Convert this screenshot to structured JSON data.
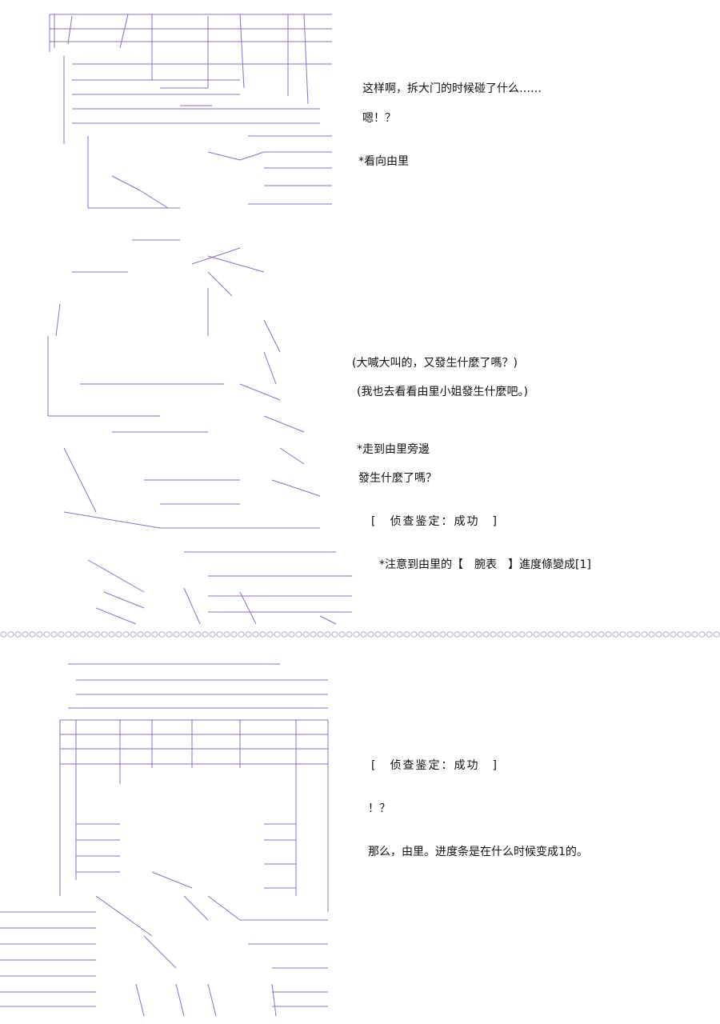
{
  "colors": {
    "background": "#ffffff",
    "art_stroke": "#7a56b8",
    "text": "#111111",
    "divider": "#b8a8d8"
  },
  "panel1": {
    "dialogue": [
      "这样啊，拆大门的时候碰了什么……",
      "嗯！？",
      "*看向由里"
    ]
  },
  "panel2": {
    "dialogue": [
      "(大喊大叫的，又發生什麼了嗎？)",
      "(我也去看看由里小姐發生什麼吧。)",
      "*走到由里旁邊",
      "發生什麼了嗎？",
      "[　侦查鉴定：成功　]",
      "*注意到由里的【　腕表　】進度條變成[1]"
    ]
  },
  "panel3": {
    "dialogue": [
      "[　侦查鉴定：成功　]",
      "！？",
      "那么，由里。进度条是在什么时候变成1的。"
    ]
  }
}
